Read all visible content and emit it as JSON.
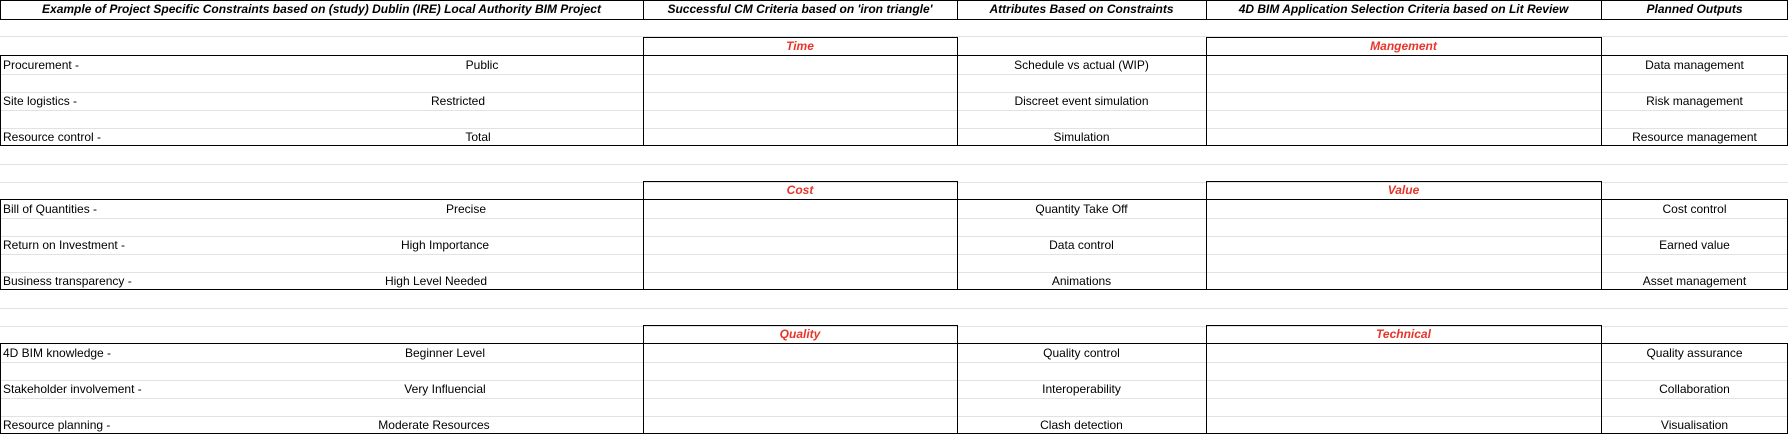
{
  "headers": {
    "col1": "Example of Project Specific Constraints based on (study) Dublin (IRE) Local Authority BIM Project",
    "col2": "Successful CM Criteria based on 'iron triangle'",
    "col3": "Attributes Based on Constraints",
    "col4": "4D BIM Application Selection Criteria based on Lit Review",
    "col5": "Planned Outputs"
  },
  "sections": [
    {
      "criteria": "Time",
      "selection": "Mangement",
      "rows": [
        {
          "constraint": "Procurement -",
          "level": "Public",
          "attribute": "Schedule vs actual (WIP)",
          "output": "Data management"
        },
        {
          "constraint": "Site logistics -",
          "level": "Restricted",
          "attribute": "Discreet event simulation",
          "output": "Risk management"
        },
        {
          "constraint": "Resource control -",
          "level": "Total",
          "attribute": "Simulation",
          "output": "Resource management"
        }
      ]
    },
    {
      "criteria": "Cost",
      "selection": "Value",
      "rows": [
        {
          "constraint": "Bill of Quantities  -",
          "level": "Precise",
          "attribute": "Quantity Take Off",
          "output": "Cost control"
        },
        {
          "constraint": "Return on Investment -",
          "level": "High Importance",
          "attribute": "Data control",
          "output": "Earned value"
        },
        {
          "constraint": "Business transparency -",
          "level": "High Level Needed",
          "attribute": "Animations",
          "output": "Asset management"
        }
      ]
    },
    {
      "criteria": "Quality",
      "selection": "Technical",
      "rows": [
        {
          "constraint": "4D BIM knowledge -",
          "level": "Beginner Level",
          "attribute": "Quality control",
          "output": "Quality assurance"
        },
        {
          "constraint": "Stakeholder involvement -",
          "level": "Very Influencial",
          "attribute": "Interoperability",
          "output": "Collaboration"
        },
        {
          "constraint": "Resource planning -",
          "level": "Moderate Resources",
          "attribute": "Clash detection",
          "output": "Visualisation"
        }
      ]
    }
  ]
}
